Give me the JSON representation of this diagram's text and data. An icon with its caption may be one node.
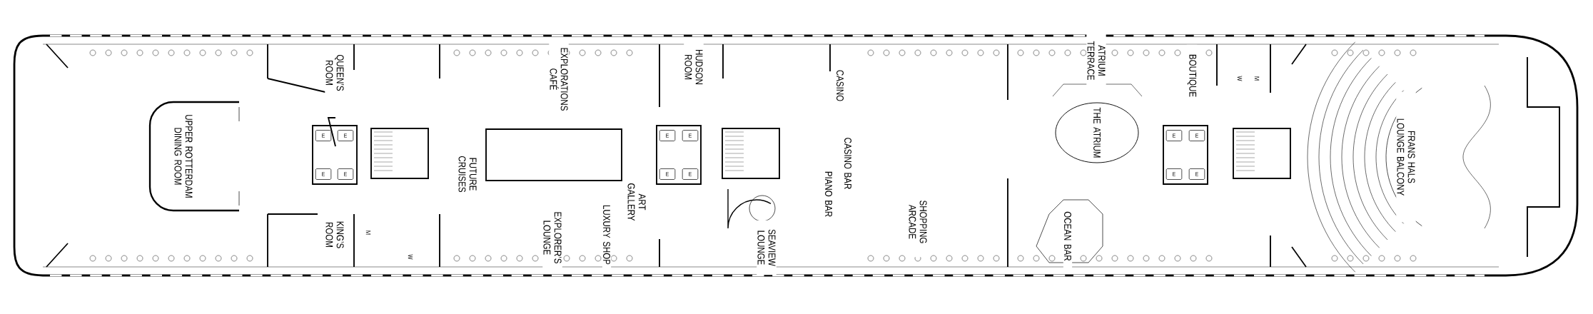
{
  "diagram": {
    "labels": [
      "UPPER ROTTERDAM DINING ROOM",
      "QUEEN’S ROOM",
      "KING’S ROOM",
      "E",
      "E",
      "E",
      "E",
      "M",
      "W",
      "FUTURE CRUISES",
      "EXPLORATIONS CAFÉ",
      "EXPLORER’S LOUNGE",
      "HUDSON ROOM",
      "ART GALLERY",
      "LUXURY SHOP",
      "E",
      "E",
      "E",
      "E",
      "CASINO",
      "CASINO BAR",
      "PIANO BAR",
      "SEAVIEW LOUNGE",
      "SHOPPING ARCADE",
      "ATRIUM TERRACE",
      "THE ATRIUM",
      "OCEAN BAR",
      "BOUTIQUE",
      "W",
      "M",
      "E",
      "E",
      "E",
      "E",
      "FRANS HALS LOUNGE BALCONY"
    ]
  }
}
